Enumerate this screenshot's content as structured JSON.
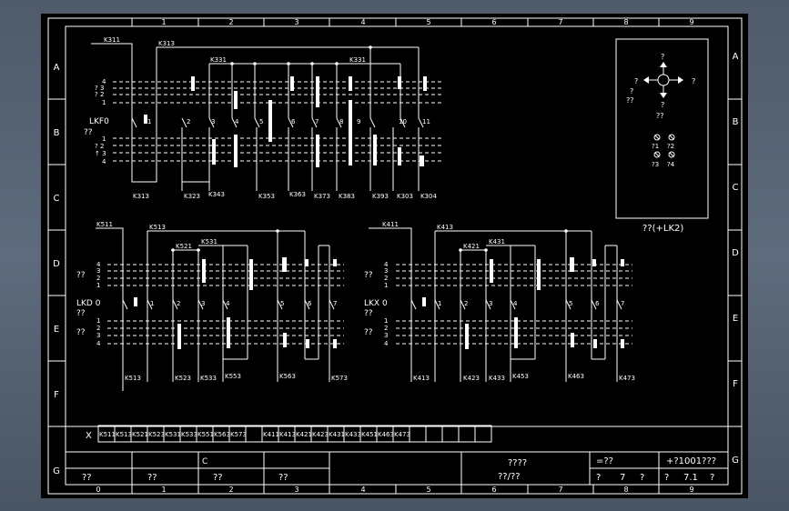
{
  "frame": {
    "col_labels": [
      "1",
      "2",
      "3",
      "4",
      "5",
      "6",
      "7",
      "8",
      "9"
    ],
    "bottom_labels": [
      "0",
      "1",
      "2",
      "3",
      "4",
      "5",
      "6",
      "7",
      "8",
      "9"
    ],
    "row_labels": [
      "A",
      "B",
      "C",
      "D",
      "E",
      "F",
      "G"
    ]
  },
  "switch1": {
    "wire_labels": [
      "K311",
      "K313",
      "K331",
      "K331"
    ],
    "side_left_top": [
      "4",
      "?  3",
      "?  2",
      "1"
    ],
    "name": "LKF0",
    "sub_name": "??",
    "side_left_bottom": [
      "1",
      "? 2",
      "↑ 3",
      "4"
    ],
    "pos_labels": [
      "1",
      "2",
      "3",
      "4",
      "5",
      "6",
      "7",
      "8",
      "9",
      "10",
      "11"
    ],
    "bottom_labels": [
      "K313",
      "K323",
      "K343",
      "K353",
      "K363",
      "K373",
      "K383",
      "K393",
      "K303",
      "K304"
    ]
  },
  "panel": {
    "label": "??(+LK2)",
    "dir_top": "?",
    "dir_left": "?",
    "dir_right": "?",
    "dir_bottom": "?",
    "left_note": [
      "?",
      "??"
    ],
    "bottom_note": "??",
    "terminals": [
      "?1",
      "?2",
      "?3",
      "?4"
    ]
  },
  "switch2": {
    "wire_labels": [
      "K511",
      "K513",
      "K521",
      "K531"
    ],
    "side_left_top": [
      "4",
      "3",
      "2",
      "1"
    ],
    "name": "LKD 0",
    "left_top_note": "??",
    "left_bottom_note": [
      "??",
      "??"
    ],
    "side_left_bottom": [
      "1",
      "2",
      "3",
      "4"
    ],
    "pos_labels": [
      "1",
      "2",
      "3",
      "4",
      "5",
      "6",
      "7"
    ],
    "bottom_labels": [
      "K513",
      "K523",
      "K533",
      "K553",
      "K563",
      "K573"
    ]
  },
  "switch3": {
    "wire_labels": [
      "K411",
      "K413",
      "K421",
      "K431"
    ],
    "side_left_top": [
      "4",
      "3",
      "2",
      "1"
    ],
    "name": "LKX 0",
    "left_top_note": "??",
    "left_bottom_note": [
      "??",
      "??"
    ],
    "side_left_bottom": [
      "1",
      "2",
      "3",
      "4"
    ],
    "pos_labels": [
      "1",
      "2",
      "3",
      "4",
      "5",
      "6",
      "7"
    ],
    "bottom_labels": [
      "K413",
      "K423",
      "K433",
      "K453",
      "K463",
      "K473"
    ]
  },
  "terminal_strip": {
    "prefix": "X",
    "cells": [
      "K511",
      "K513",
      "K521",
      "K523",
      "K531",
      "K533",
      "K551",
      "K563",
      "K573",
      "",
      "K411",
      "K413",
      "K421",
      "K423",
      "K431",
      "K433",
      "K451",
      "K463",
      "K473",
      "",
      "",
      "",
      "",
      ""
    ]
  },
  "title_block": {
    "c_mark": "C",
    "sig_labels": [
      "??",
      "??",
      "??",
      "??"
    ],
    "center_title": "????",
    "center_sub": "??/??",
    "eq": "=??",
    "code": "+?1001???",
    "sheet_a": "?",
    "sheet_b": "7",
    "sheet_c": "?",
    "page_a": "?",
    "page_b": "7.1",
    "page_c": "?"
  }
}
